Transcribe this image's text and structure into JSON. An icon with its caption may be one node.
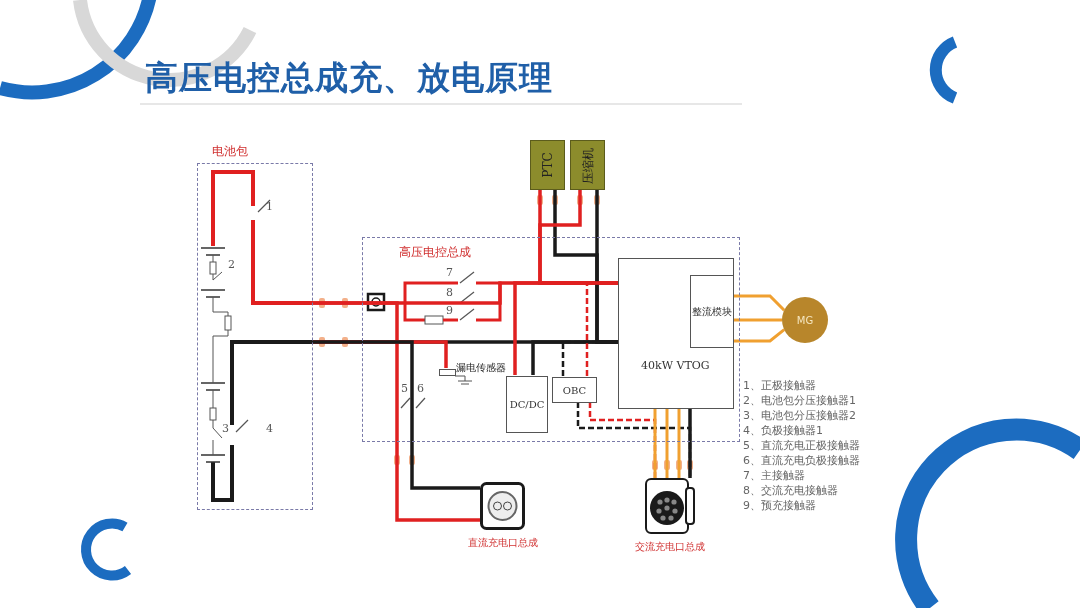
{
  "diagram": {
    "title": "高压电控总成充、放电原理",
    "nodes": [
      {
        "text": [
          "电池包"
        ]
      },
      {
        "text": [
          "高压电控总成"
        ]
      },
      {
        "text": [
          "PTC"
        ]
      },
      {
        "text": [
          "压缩机"
        ]
      },
      {
        "text": [
          "40kW VTOG"
        ],
        "in": 1
      },
      {
        "text": [
          "整流模块"
        ],
        "in": 4
      },
      {
        "text": [
          "MG"
        ]
      },
      {
        "text": [
          "漏电传感器"
        ],
        "in": 1
      },
      {
        "text": [
          "DC/DC"
        ],
        "in": 1
      },
      {
        "text": [
          "OBC"
        ],
        "in": 1
      },
      {
        "text": [],
        "shape": "picture",
        "beside": [
          "直流充电口总成"
        ]
      },
      {
        "text": [],
        "shape": "picture",
        "beside": [
          "交流充电口总成"
        ]
      }
    ],
    "edges": [
      {
        "from": 0,
        "to": 5,
        "arrow": "none",
        "color": "#e02020"
      },
      {
        "from": 0,
        "to": 5,
        "arrow": "none",
        "color": "#1a1a1a"
      },
      {
        "from": 2,
        "to": 5,
        "arrow": "none",
        "color": "#e02020"
      },
      {
        "from": 2,
        "to": 5,
        "arrow": "none",
        "color": "#1a1a1a"
      },
      {
        "from": 3,
        "to": 5,
        "arrow": "none",
        "color": "#e02020"
      },
      {
        "from": 3,
        "to": 5,
        "arrow": "none",
        "color": "#1a1a1a"
      },
      {
        "from": 5,
        "to": 6,
        "arrow": "none",
        "color": "#f0a030"
      },
      {
        "from": 5,
        "to": 6,
        "arrow": "none",
        "color": "#f0a030"
      },
      {
        "from": 5,
        "to": 6,
        "arrow": "none",
        "color": "#f0a030"
      },
      {
        "from": 7,
        "to": 0,
        "arrow": "none",
        "color": "#e02020"
      },
      {
        "from": 8,
        "to": 5,
        "arrow": "none",
        "color": "#e02020"
      },
      {
        "from": 8,
        "to": 5,
        "arrow": "none",
        "color": "#1a1a1a"
      },
      {
        "from": 9,
        "to": 5,
        "arrow": "none",
        "style": "dashed",
        "color": "#e02020"
      },
      {
        "from": 9,
        "to": 5,
        "arrow": "none",
        "style": "dashed",
        "color": "#1a1a1a"
      },
      {
        "from": 9,
        "to": 11,
        "arrow": "none",
        "style": "dashed",
        "color": "#e02020"
      },
      {
        "from": 9,
        "to": 11,
        "arrow": "none",
        "style": "dashed",
        "color": "#1a1a1a"
      },
      {
        "from": 4,
        "to": 11,
        "arrow": "none",
        "color": "#f0a030"
      },
      {
        "from": 4,
        "to": 11,
        "arrow": "none",
        "color": "#f0a030"
      },
      {
        "from": 4,
        "to": 11,
        "arrow": "none",
        "color": "#f0a030"
      },
      {
        "from": 4,
        "to": 11,
        "arrow": "none",
        "color": "#1a1a1a"
      },
      {
        "from": 10,
        "to": 0,
        "arrow": "none",
        "color": "#e02020"
      },
      {
        "from": 10,
        "to": 0,
        "arrow": "none",
        "color": "#1a1a1a"
      }
    ],
    "labels": [
      "1",
      "2",
      "3",
      "4",
      "5",
      "6",
      "7",
      "8",
      "9",
      "1、正极接触器",
      "2、电池包分压接触器1",
      "3、电池包分压接触器2",
      "4、负极接触器1",
      "5、直流充电正极接触器",
      "6、直流充电负极接触器",
      "7、主接触器",
      "8、交流充电接触器",
      "9、预充接触器"
    ]
  }
}
